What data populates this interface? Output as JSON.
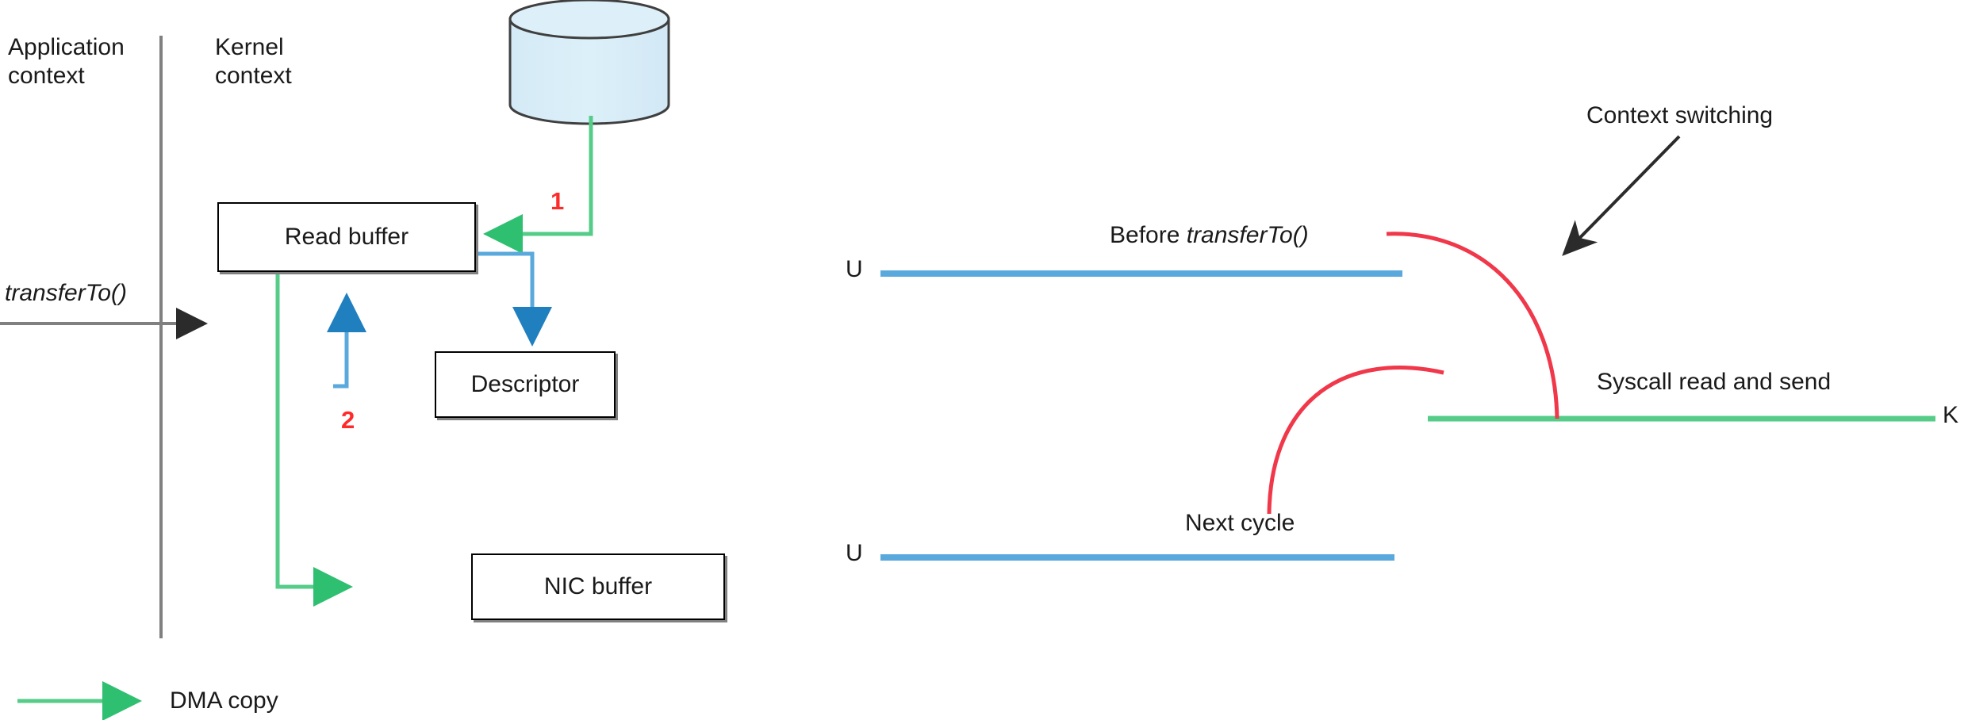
{
  "diagram": {
    "title_hidden": "",
    "left_panel": {
      "context_labels": [
        {
          "name": "application-context",
          "line1": "Application",
          "line2": "context"
        },
        {
          "name": "kernel-context",
          "line1": "Kernel",
          "line2": "context"
        }
      ],
      "entry_call_label": "transferTo()",
      "nodes": [
        {
          "id": "read-buffer",
          "label": "Read buffer"
        },
        {
          "id": "descriptor",
          "label": "Descriptor"
        },
        {
          "id": "nic-buffer",
          "label": "NIC buffer"
        },
        {
          "id": "disk-cylinder",
          "label": ""
        }
      ],
      "step_markers": [
        {
          "id": "step-1",
          "label": "1"
        },
        {
          "id": "step-2",
          "label": "2"
        }
      ],
      "legend": {
        "items": [
          {
            "id": "dma-copy",
            "label": "DMA copy",
            "color": "#55cc88"
          }
        ]
      }
    },
    "right_panel": {
      "lane_labels": [
        {
          "id": "user-lane-top",
          "label": "U"
        },
        {
          "id": "kernel-lane",
          "label": "K"
        },
        {
          "id": "user-lane-bottom",
          "label": "U"
        }
      ],
      "annotations": [
        {
          "id": "before-transferto",
          "prefix": "Before ",
          "emphasis": "transferTo()"
        },
        {
          "id": "context-switching",
          "label": "Context switching"
        },
        {
          "id": "syscall-read-send",
          "label": "Syscall read and send"
        },
        {
          "id": "next-cycle",
          "label": "Next cycle"
        }
      ]
    },
    "colors": {
      "green": "#55cc88",
      "blue": "#5aa9dd",
      "red": "#ff2b2b",
      "arc_red": "#f0384a",
      "gray": "#808080",
      "black": "#000000",
      "cylinder_fill": "#d9edf7",
      "cylinder_stroke": "#3f3f3f"
    }
  }
}
